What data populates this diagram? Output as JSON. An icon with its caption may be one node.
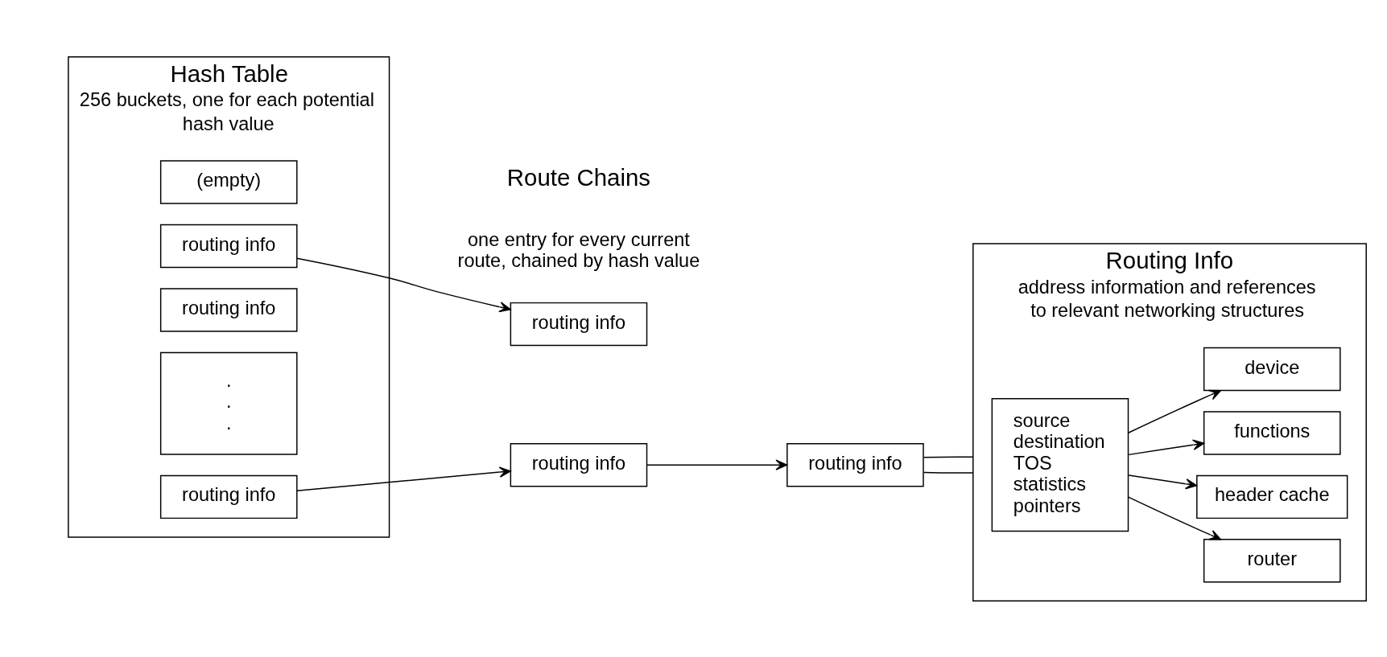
{
  "diagram": {
    "nodes": [
      {
        "text": [
          "Hash Table",
          "256 buckets, one for each potential hash value"
        ]
      },
      {
        "text": [
          "routing info"
        ],
        "in": 0
      },
      {
        "text": [
          "(empty)"
        ],
        "in": 0
      },
      {
        "text": [
          "routing info"
        ],
        "in": 0
      },
      {
        "text": [
          ". . ."
        ],
        "in": 0
      },
      {
        "text": [
          "routing info"
        ],
        "in": 0
      },
      {
        "text": [
          "routing info"
        ]
      },
      {
        "text": [
          "routing info"
        ]
      },
      {
        "text": [
          "routing info"
        ]
      },
      {
        "text": [
          "Routing Info",
          "address information and references to relevant networking structures"
        ]
      },
      {
        "text": [
          "source",
          "destination",
          "TOS",
          "statistics",
          "pointers"
        ],
        "in": 9
      },
      {
        "text": [
          "router"
        ],
        "in": 9
      },
      {
        "text": [
          "header cache"
        ],
        "in": 9
      },
      {
        "text": [
          "functions"
        ],
        "in": 9
      },
      {
        "text": [
          "device"
        ],
        "in": 9
      }
    ],
    "edges": [
      {
        "from": 1,
        "to": 6,
        "arrow": "to"
      },
      {
        "from": 3,
        "to": 7,
        "arrow": "to"
      },
      {
        "from": 7,
        "to": 8,
        "arrow": "to"
      },
      {
        "from": 8,
        "to": 9,
        "arrow": "none"
      },
      {
        "from": 8,
        "to": 9,
        "arrow": "none"
      },
      {
        "from": 10,
        "to": 11,
        "arrow": "to"
      },
      {
        "from": 10,
        "to": 12,
        "arrow": "to"
      },
      {
        "from": 10,
        "to": 13,
        "arrow": "to"
      },
      {
        "from": 10,
        "to": 14,
        "arrow": "to"
      }
    ],
    "labels": [
      "Route Chains",
      "one entry for every current route, chained by hash value"
    ]
  }
}
